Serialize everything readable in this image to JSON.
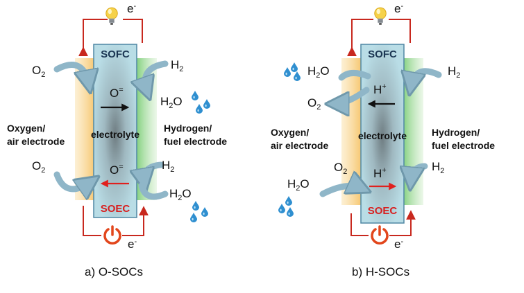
{
  "panels": [
    {
      "caption": "a) O-SOCs",
      "cell_top": "SOFC",
      "cell_bottom": "SOEC",
      "electrolyte": "electrolyte",
      "ion_top": {
        "base": "O",
        "sup": "="
      },
      "ion_bottom": {
        "base": "O",
        "sup": "="
      },
      "oxygen_electrode": [
        "Oxygen/",
        "air electrode"
      ],
      "fuel_electrode": [
        "Hydrogen/",
        "fuel electrode"
      ],
      "electron_top": {
        "base": "e",
        "sup": "-"
      },
      "electron_bottom": {
        "base": "e",
        "sup": "-"
      },
      "o2_top": {
        "base": "O",
        "sub": "2"
      },
      "o2_bottom": {
        "base": "O",
        "sub": "2"
      },
      "h2_top": {
        "base": "H",
        "sub": "2"
      },
      "h2o_top": {
        "base": "H",
        "sub": "2",
        "tail": "O"
      },
      "h2_bottom": {
        "base": "H",
        "sub": "2"
      },
      "h2o_bottom": {
        "base": "H",
        "sub": "2",
        "tail": "O"
      }
    },
    {
      "caption": "b) H-SOCs",
      "cell_top": "SOFC",
      "cell_bottom": "SOEC",
      "electrolyte": "electrolyte",
      "ion_top": {
        "base": "H",
        "sup": "+"
      },
      "ion_bottom": {
        "base": "H",
        "sup": "+"
      },
      "oxygen_electrode": [
        "Oxygen/",
        "air electrode"
      ],
      "fuel_electrode": [
        "Hydrogen/",
        "fuel electrode"
      ],
      "electron_top": {
        "base": "e",
        "sup": "-"
      },
      "electron_bottom": {
        "base": "e",
        "sup": "-"
      },
      "h2o_top": {
        "base": "H",
        "sub": "2",
        "tail": "O"
      },
      "o2_top": {
        "base": "O",
        "sub": "2"
      },
      "o2_bottom": {
        "base": "O",
        "sub": "2"
      },
      "h2o_bottom": {
        "base": "H",
        "sub": "2",
        "tail": "O"
      },
      "h2_top": {
        "base": "H",
        "sub": "2"
      },
      "h2_bottom": {
        "base": "H",
        "sub": "2"
      }
    }
  ],
  "colors": {
    "circuit": "#c8281e",
    "cell_top_text": "#1a3552",
    "cell_bottom_text": "#d81f1f",
    "ion_arrow_top": "#111111",
    "ion_arrow_bottom": "#e0201e",
    "curved_arrow": "#8fb6c8",
    "air_electrode": "#f6cf85",
    "fuel_electrode": "#9fd89a",
    "drop": "#2f8fd0",
    "bulb": "#f6d24a",
    "power": "#e2461c"
  },
  "icons": [
    "lightbulb-icon",
    "power-icon",
    "water-drop-icon"
  ]
}
